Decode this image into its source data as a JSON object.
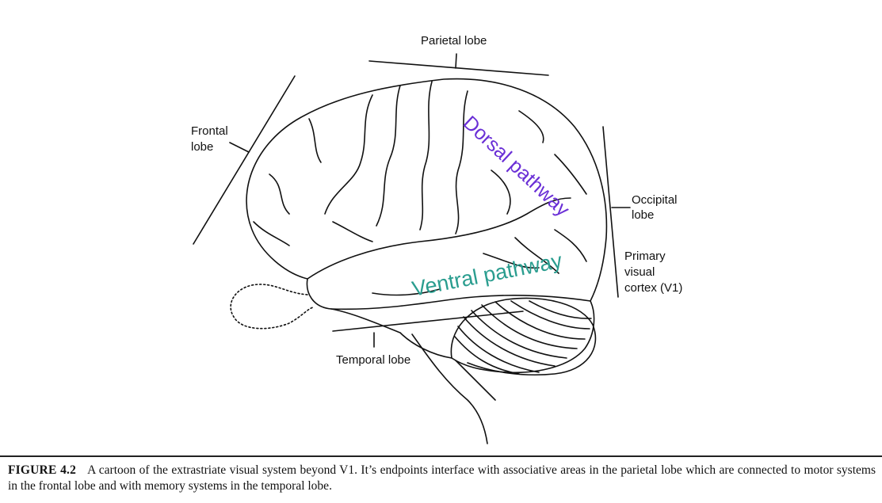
{
  "labels": {
    "parietal": "Parietal lobe",
    "frontal_line1": "Frontal",
    "frontal_line2": "lobe",
    "occipital_line1": "Occipital",
    "occipital_line2": "lobe",
    "primary_line1": "Primary",
    "primary_line2": "visual",
    "primary_line3": "cortex (V1)",
    "temporal": "Temporal lobe",
    "dorsal": "Dorsal pathway",
    "ventral": "Ventral pathway"
  },
  "colors": {
    "dorsal": "#6a2fd6",
    "ventral": "#2a9d8f",
    "ink": "#111111"
  },
  "caption": {
    "number": "FIGURE 4.2",
    "text": "A cartoon of the extrastriate visual system beyond V1. It’s endpoints interface with associative areas in the parietal lobe which are connected to motor systems in the frontal lobe and with memory systems in the temporal lobe."
  }
}
